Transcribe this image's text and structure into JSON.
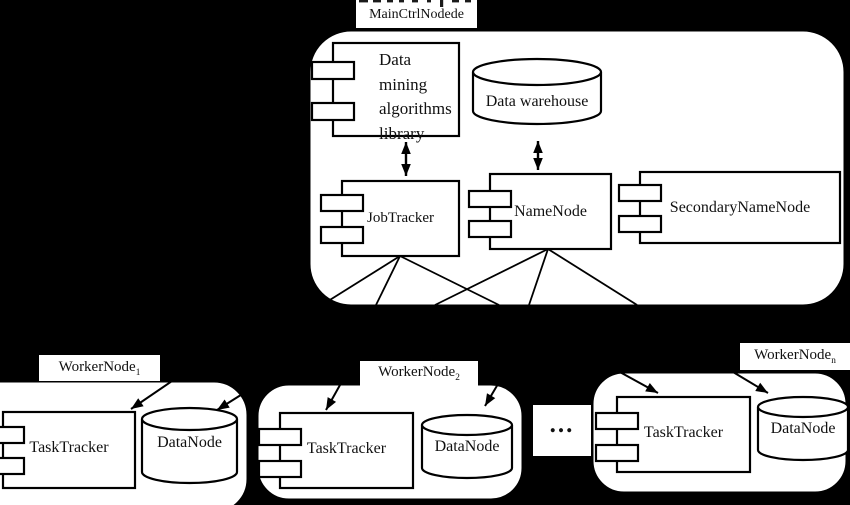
{
  "main_node": {
    "label": "MainCtrlNodede",
    "library_lines": [
      "Data",
      "mining",
      "algorithms",
      "library"
    ],
    "warehouse_label": "Data warehouse",
    "jobtracker_label": "JobTracker",
    "namenode_label": "NameNode",
    "secondary_namenode_label": "SecondaryNameNode"
  },
  "workers": [
    {
      "label": "WorkerNode",
      "sub": "1",
      "tasktracker_label": "TaskTracker",
      "datanode_label": "DataNode"
    },
    {
      "label": "WorkerNode",
      "sub": "2",
      "tasktracker_label": "TaskTracker",
      "datanode_label": "DataNode"
    },
    {
      "label": "WorkerNode",
      "sub": "n",
      "tasktracker_label": "TaskTracker",
      "datanode_label": "DataNode"
    }
  ],
  "ellipsis": "...",
  "colors": {
    "background": "#000000",
    "shape_fill": "#ffffff",
    "stroke": "#000000"
  }
}
